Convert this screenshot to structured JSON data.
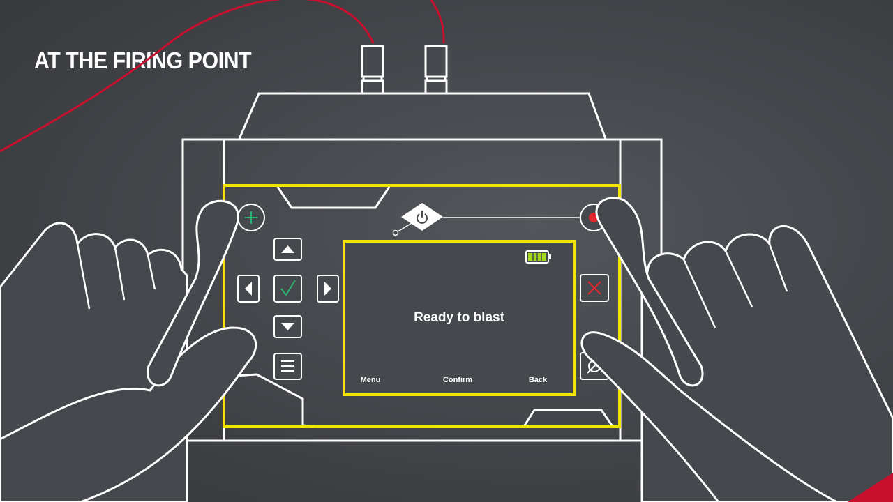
{
  "heading": "AT THE FIRING POINT",
  "screen": {
    "status": "Ready to blast",
    "softkeys": {
      "left": "Menu",
      "center": "Confirm",
      "right": "Back"
    },
    "battery": {
      "level": 1.0
    }
  },
  "buttons": [
    "plus",
    "arrow-up",
    "arrow-left",
    "confirm-check",
    "arrow-right",
    "arrow-down",
    "menu",
    "fire",
    "cancel-x",
    "disarm"
  ],
  "colors": {
    "background": "#45484c",
    "outline": "#ffffff",
    "highlight": "#f2e600",
    "wire": "#c8102e",
    "confirm": "#2bb673",
    "cancel": "#e0262f",
    "battery": "#a6d81e"
  }
}
